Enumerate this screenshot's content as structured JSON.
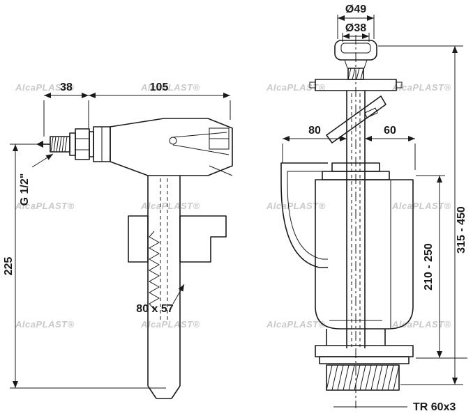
{
  "diagram": {
    "watermark": "AlcaPLAST®",
    "colors": {
      "line": "#1a1a1a",
      "watermark": "#c9c9c9",
      "background": "#ffffff"
    },
    "left": {
      "name": "side-inlet fill valve",
      "dim_38": "38",
      "dim_105": "105",
      "thread": "G 1/2\"",
      "dim_225": "225",
      "dim_80x57": "80 x 57"
    },
    "right": {
      "name": "flush valve with push button",
      "dia_49": "Ø49",
      "dia_38": "Ø38",
      "dim_80": "80",
      "dim_60": "60",
      "dim_210_250": "210 - 250",
      "dim_315_450": "315 - 450",
      "thread": "TR 60x3"
    }
  }
}
